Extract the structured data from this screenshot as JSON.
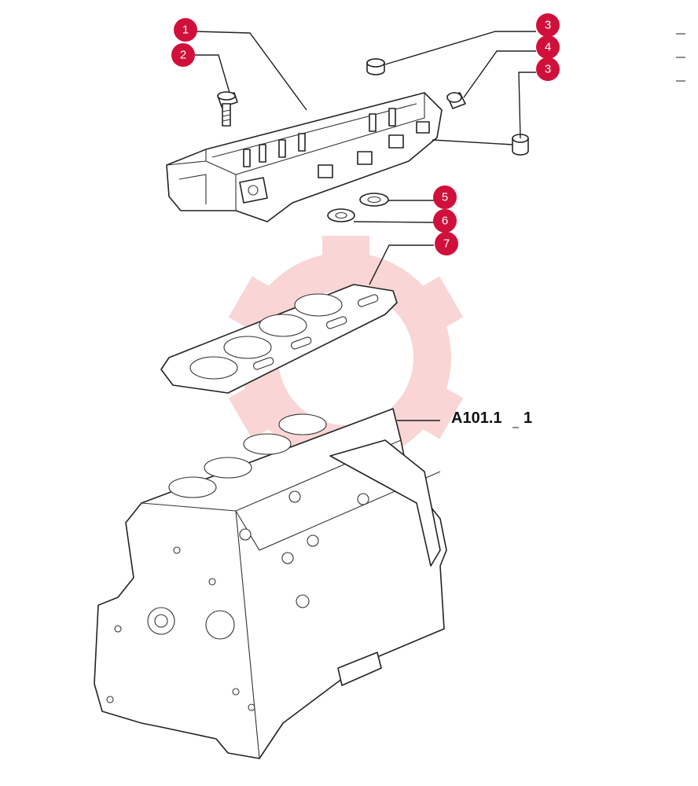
{
  "colors": {
    "callout_fill": "#d0103a",
    "watermark": "#f08a8a",
    "line": "#222222"
  },
  "callouts": [
    {
      "id": "c1",
      "label": "1"
    },
    {
      "id": "c2",
      "label": "2"
    },
    {
      "id": "c3a",
      "label": "3"
    },
    {
      "id": "c4",
      "label": "4"
    },
    {
      "id": "c3b",
      "label": "3"
    },
    {
      "id": "c5",
      "label": "5"
    },
    {
      "id": "c6",
      "label": "6"
    },
    {
      "id": "c7",
      "label": "7"
    }
  ],
  "reference": {
    "code": "A101.1",
    "number": "1"
  },
  "icons": {
    "watermark": "gear-logo-icon"
  }
}
